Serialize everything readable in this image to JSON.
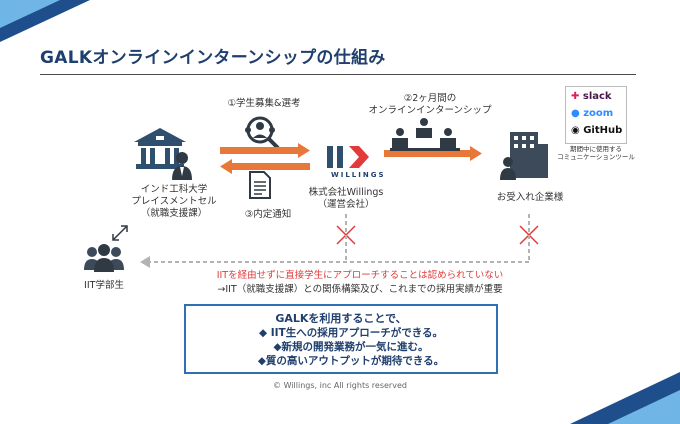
{
  "title": "GALKオンラインインターンシップの仕組み",
  "steps": {
    "step1": "①学生募集&選考",
    "step2_line1": "②2ヶ月間の",
    "step2_line2": "オンラインインターンシップ",
    "step3": "③内定通知"
  },
  "nodes": {
    "university_line1": "インド工科大学",
    "university_line2": "プレイスメントセル",
    "university_line3": "（就職支援課）",
    "company_line1": "株式会社Willings",
    "company_line2": "（運営会社）",
    "company_logo_text": "WILLINGS",
    "host": "お受入れ企業様",
    "students": "IIT学部生"
  },
  "tools": {
    "items": [
      "slack",
      "zoom",
      "GitHub"
    ],
    "caption_line1": "期間中に使用する",
    "caption_line2": "コミュニケーションツール"
  },
  "notes": {
    "prohibited": "IITを経由せずに直接学生にアプローチすることは認められていない",
    "important": "→IIT（就職支援課）との関係構築及び、これまでの採用実績が重要"
  },
  "benefits": {
    "heading": "GALKを利用することで、",
    "items": [
      "◆ IIT生への採用アプローチができる。",
      "◆新規の開発業務が一気に進む。",
      "◆質の高いアウトプットが期待できる。"
    ]
  },
  "copyright": "© Willings, inc All rights reserved",
  "colors": {
    "navy": "#1f3f6e",
    "accent_orange": "#e8773a",
    "red": "#e23a3a",
    "arrow_gray": "#b3b3b3",
    "blue_border": "#2f6fb3",
    "icon_dark": "#3c4a5a"
  }
}
